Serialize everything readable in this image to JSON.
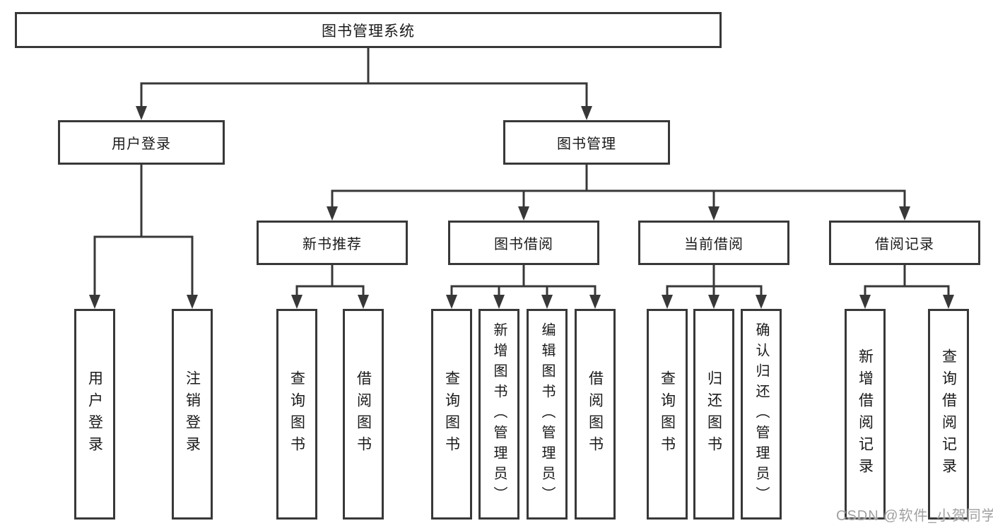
{
  "diagram": {
    "root": {
      "label": "图书管理系统"
    },
    "level2": [
      {
        "label": "用户登录"
      },
      {
        "label": "图书管理"
      }
    ],
    "level3": [
      {
        "label": "新书推荐"
      },
      {
        "label": "图书借阅"
      },
      {
        "label": "当前借阅"
      },
      {
        "label": "借阅记录"
      }
    ],
    "leaves": [
      {
        "label": "用户登录"
      },
      {
        "label": "注销登录"
      },
      {
        "label": "查询图书"
      },
      {
        "label": "借阅图书"
      },
      {
        "label": "查询图书"
      },
      {
        "label": "新增图书（管理员）"
      },
      {
        "label": "编辑图书（管理员）"
      },
      {
        "label": "借阅图书"
      },
      {
        "label": "查询图书"
      },
      {
        "label": "归还图书"
      },
      {
        "label": "确认归还（管理员）"
      },
      {
        "label": "新增借阅记录"
      },
      {
        "label": "查询借阅记录"
      }
    ],
    "hierarchy": {
      "图书管理系统": {
        "用户登录": [
          "用户登录",
          "注销登录"
        ],
        "图书管理": {
          "新书推荐": [
            "查询图书",
            "借阅图书"
          ],
          "图书借阅": [
            "查询图书",
            "新增图书（管理员）",
            "编辑图书（管理员）",
            "借阅图书"
          ],
          "当前借阅": [
            "查询图书",
            "归还图书",
            "确认归还（管理员）"
          ],
          "借阅记录": [
            "新增借阅记录",
            "查询借阅记录"
          ]
        }
      }
    }
  },
  "watermark": {
    "text": "CSDN @软件_小贺同学"
  },
  "colors": {
    "line": "#383838",
    "box_border": "#383838",
    "box_fill": "#ffffff",
    "text": "#1a1a1a",
    "watermark": "#a0a0a0",
    "background": "#ffffff"
  }
}
